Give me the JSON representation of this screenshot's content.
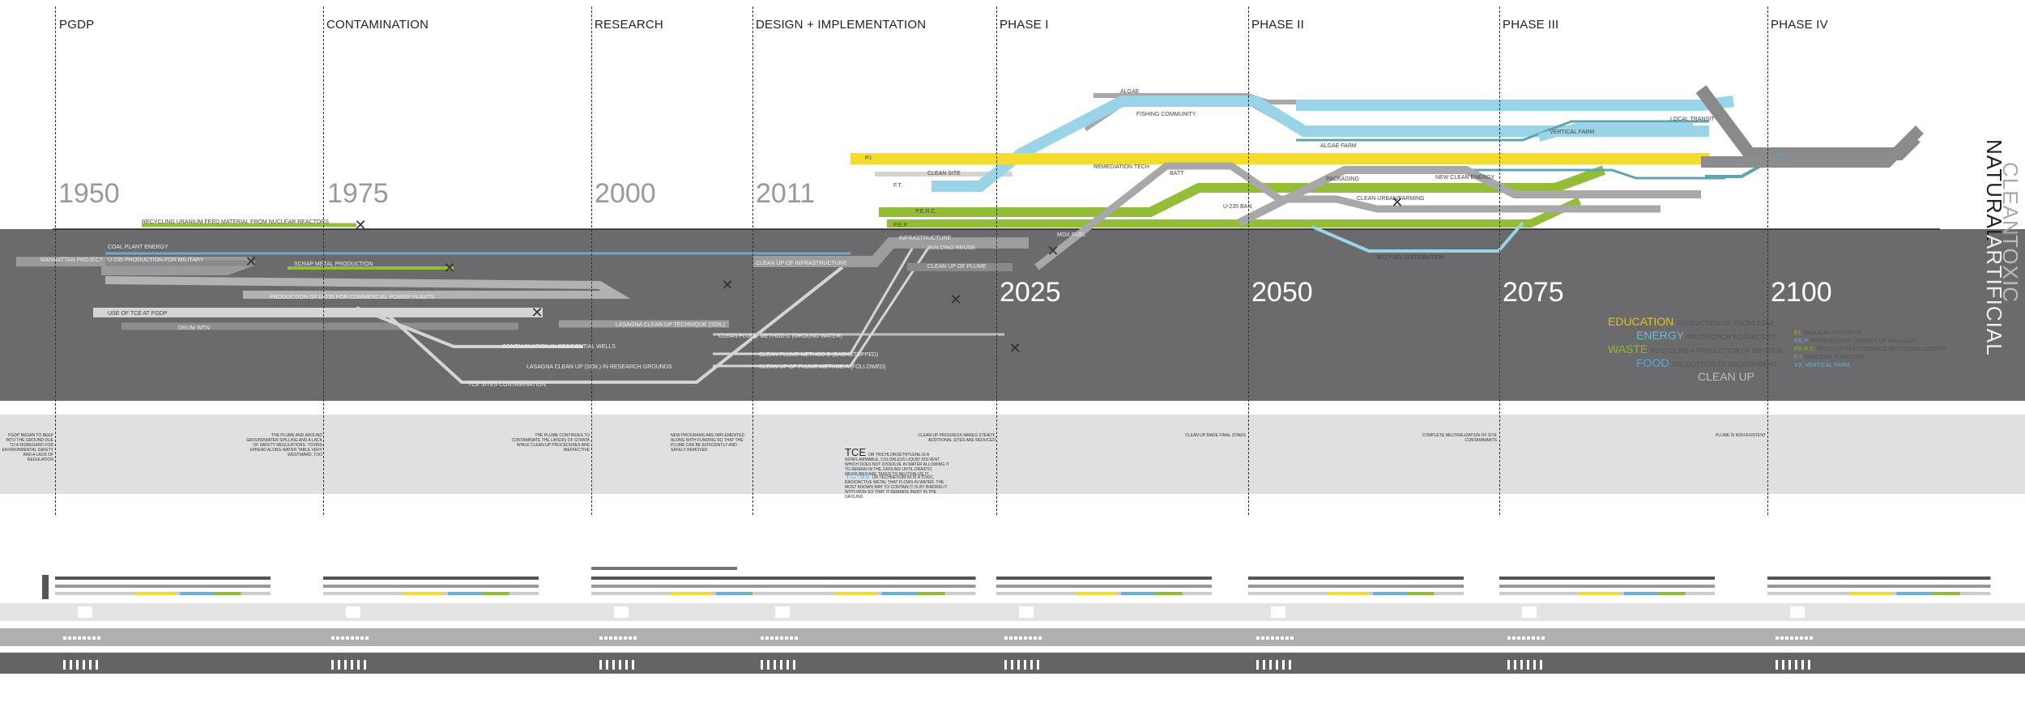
{
  "phases": [
    "PGDP",
    "CONTAMINATION",
    "RESEARCH",
    "DESIGN + IMPLEMENTATION",
    "PHASE I",
    "PHASE II",
    "PHASE III",
    "PHASE IV"
  ],
  "years_top": [
    "1950",
    "1975",
    "2000",
    "2011"
  ],
  "years_bottom": [
    "2025",
    "2050",
    "2075",
    "2100"
  ],
  "axis": {
    "natural": "NATURAL",
    "clean": "CLEAN",
    "artificial": "ARTIFICIAL",
    "toxic": "TOXIC"
  },
  "history_labels": {
    "recycling": "RECYCLING URANIUM FEED MATERIAL FROM NUCLEAR REACTORS",
    "coal": "COAL PLANT ENERGY",
    "manhattan": "MANHATTAN PROJECT",
    "u235_military": "U-235 PRODUCTION FOR MILITARY",
    "scrap_metal": "SCRAP METAL PRODUCTION",
    "u235_commercial": "PRODUCTION OF U-235 FOR COMMERCIAL POWER PLANTS",
    "tce_use": "USE OF TCE AT PGDP",
    "drum": "DRUM WTN",
    "lasagna1": "LASAGNA CLEAN UP TECHNIQUE (SOIL)",
    "clean_plume": "CLEAN PLUME METHOD C (GROUND WATER)",
    "contamination": "CONTAMINATION IN RESIDENTIAL WELLS",
    "lasagna2": "LASAGNA CLEAN UP (SOIL) IN RESEARCH GROUNDS",
    "tce_sites": "TCE SITES CONTAMINATION",
    "clean_plume_b": "CLEAN PLUME METHOD B (BACKSTOPPED)",
    "clean_plume_a": "CLEAN UP OF PLUME METHOD A (FOLLOWED)",
    "clean_infra": "CLEAN UP OF INFRASTRUCTURE"
  },
  "future_labels": {
    "algae_top": "ALGAE",
    "fishing": "FISHING COMMUNITY",
    "remediation": "REMEDIATION TECH",
    "batt": "BATT",
    "u235_ban": "U-235 BAN",
    "algae_farm": "ALGAE FARM",
    "packaging": "PACKAGING",
    "new_clean": "NEW CLEAN ENERGY",
    "clean_farming": "CLEAN URBAN/FARMING",
    "bio_fuel": "BIO FUEL DISTRIBUTION",
    "mox": "MOX FUEL",
    "local_transit": "LOCAL TRANSIT",
    "vertical_farm": "VERTICAL FARM",
    "clean_site": "CLEAN SITE",
    "infrastructure": "INFRASTRUCTURE",
    "building_reuse": "BUILDING REUSE",
    "clean_up_plume": "CLEAN UP OF PLUME",
    "peerc": "P.E.R.C.",
    "pep": "P.E.P.",
    "pi": "P.I.",
    "ft": "F.T."
  },
  "legend": [
    {
      "word": "EDUCATION",
      "sub": "PRODUCTION OF KNOWLEDGE",
      "color": "#f2d22e"
    },
    {
      "word": "ENERGY",
      "sub": "PRODUCTION TO FUEL SITE",
      "color": "#7ec8e3"
    },
    {
      "word": "WASTE",
      "sub": "RECYCLING + PRODUCTION OF MATERIAL",
      "color": "#9ac23c"
    },
    {
      "word": "FOOD",
      "sub": "PRODUCTION OF NOURISHMENT",
      "color": "#6ab0d8"
    },
    {
      "word": "CLEAN UP",
      "sub": "",
      "color": "#bdbdbd"
    }
  ],
  "abbreviations": [
    {
      "code": "P.I.",
      "text": "PADUCAH INSTITUTE",
      "color": "#c9a820"
    },
    {
      "code": "P.E.P.",
      "text": "PROGRESSIVE ENERGY OF PADUCAH",
      "color": "#6ab0d8"
    },
    {
      "code": "P.E.R.C.",
      "text": "PADUCAH ELECTRONICS RECYCLING CENTER",
      "color": "#8ab030"
    },
    {
      "code": "F.T.",
      "text": "PADUCAH FORESTRY",
      "color": "#999"
    },
    {
      "code": "V.F.",
      "text": "VERTICAL FARM",
      "color": "#6ab0d8"
    }
  ],
  "strip_notes": {
    "pgdp": "PGDP BEGAN TO BEEP INTO THE GROUND DUE TO A DISREGARD FOR ENVIRONMENTAL SAFETY AND A LACK OF REGULATION",
    "contam": "THE PLUME AND AROUND GROUNDWATER SPILLING AND A LACK OF SAFETY REGULATIONS. TOXINS SPREAD ALONG WATER TABLE VERY WESTWARD, TOO",
    "research": "THE PLUME CONTINUES TO CONTAMINATE THE LAYERS OF STRATA WHILE CLEAN UP PROCEDURES ARE INEFFECTIVE",
    "design": "NEW PROGRAMS ARE IMPLEMENTED ALONG WITH FUNDING SO THAT THE PLUME CAN BE EFFICIENTLY AND SAFELY REMOVED",
    "phase1": "CLEAN UP PROGRESS MAKES STEADY, ADDITIONAL SITES ARE REDUCED",
    "phase2": "CLEAN UP MADE FINAL ZONES",
    "phase3": "COMPLETE NEUTRALIZATION OF SITE CONTAMINANTS",
    "phase4": "PLUME IS NON-EXISTENT",
    "tce_title": "TCE",
    "tce_text": "OR TRICHLOROETHYLENE IS A NONFLAMMABLE, COLORLESS LIQUID SOLVENT WHICH DOES NOT DISSOLVE IN WATER ALLOWING IT TO REMAIN IN THE GROUND UNTIL DRASTIC MEASURES ARE TAKEN TO NEUTRALIZE IT.",
    "tc99_title": "TC-99",
    "tc99_text": "OR TECHNETIUM-99 IS A TOXIC, RADIOACTIVE METAL THAT FLOWS IN WATER. THE MOST KNOWN WAY TO CONTAIN IT IS BY BINDING IT WITH IRON SO THAT IT REMAINS INERT IN THE GROUND."
  }
}
